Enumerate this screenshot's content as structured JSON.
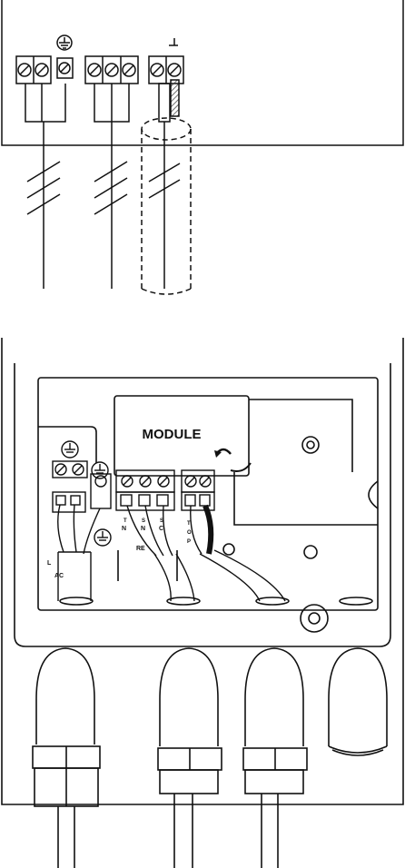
{
  "top_diagram": {
    "ground_symbol": "ground-icon",
    "shield_symbol": "shield-wire-icon"
  },
  "module_label": "MODULE",
  "terminal_labels": {
    "left_group_l": "L",
    "left_group_ac": "AC",
    "relay_cols": [
      "N",
      "C",
      "C"
    ],
    "relay_upper": [
      "T",
      "S",
      "S"
    ],
    "relay_mid": [
      "N",
      "N",
      "C"
    ],
    "relay_group": "RE",
    "stop_group": [
      "T",
      "O",
      "P"
    ]
  },
  "colors": {
    "ink": "#111111",
    "paper": "#ffffff",
    "hatch": "#444444"
  }
}
